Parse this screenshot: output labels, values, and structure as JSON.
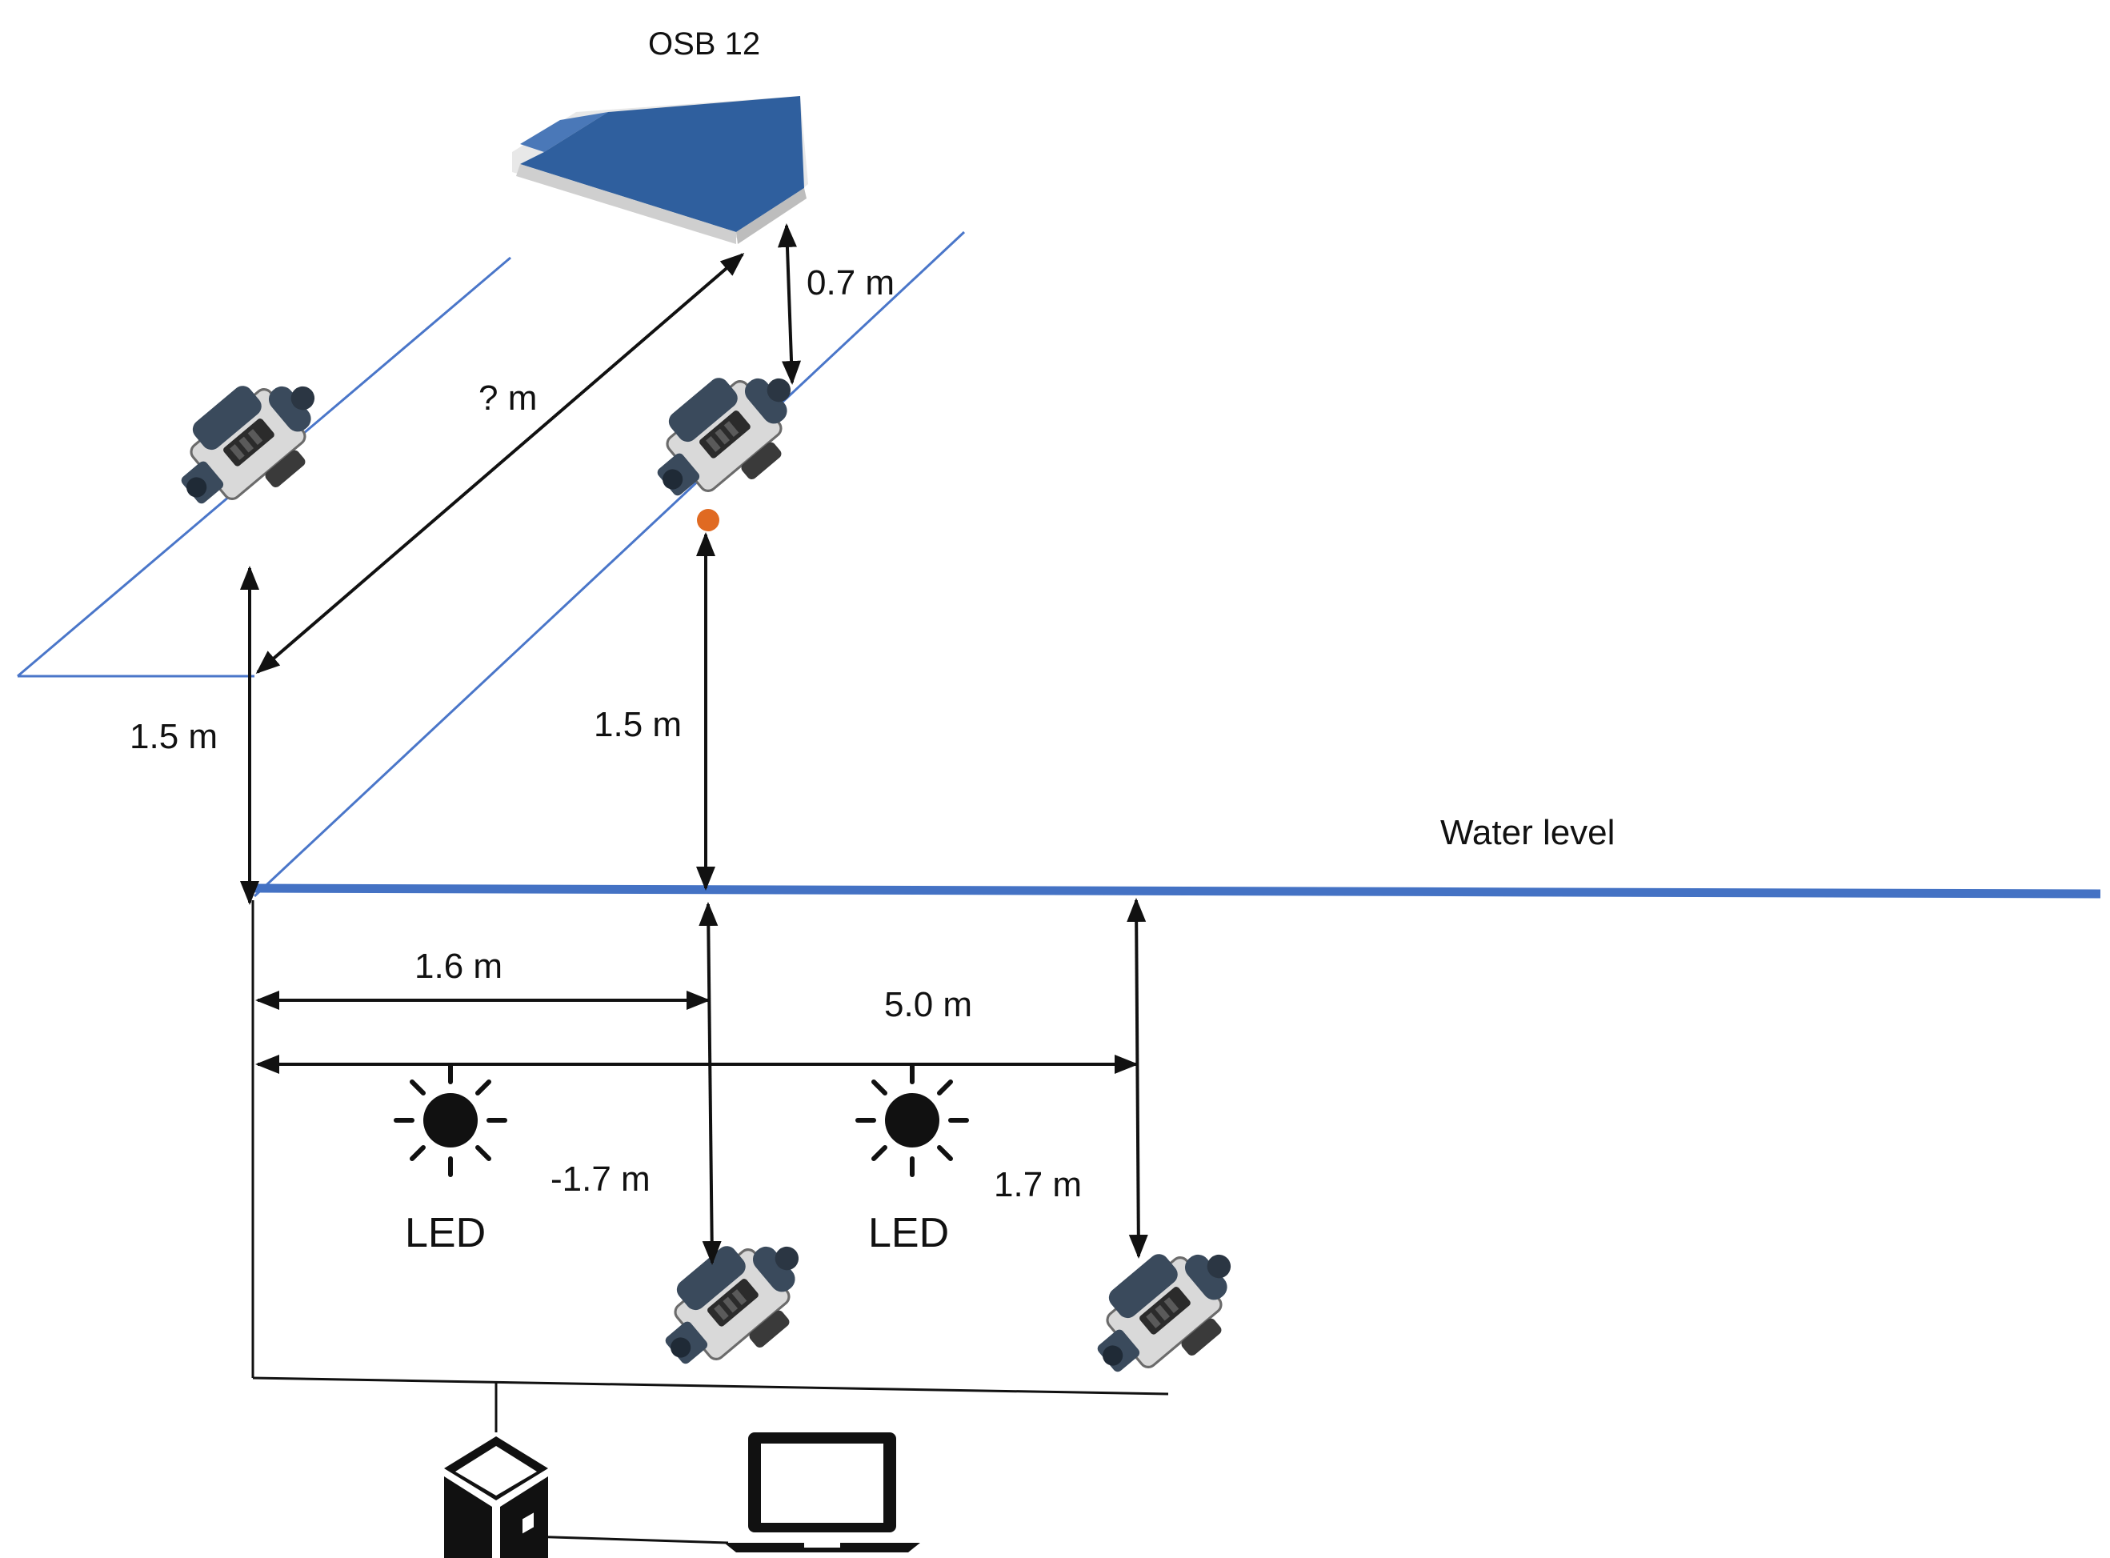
{
  "labels": {
    "osb": "OSB 12",
    "water_level": "Water level",
    "unknown_distance": "? m",
    "osb_clearance": "0.7 m",
    "left_camera_height": "1.5 m",
    "right_camera_height": "1.5 m",
    "distance_short": "1.6 m",
    "distance_long": "5.0 m",
    "depth_left": "-1.7 m",
    "depth_right": "1.7 m",
    "led_left": "LED",
    "led_right": "LED"
  },
  "colors": {
    "water_line": "#4472c4",
    "plane_lines": "#4a76c9",
    "arrows": "#111111",
    "osb_blue": "#2f5f9e",
    "camera_body": "#d9d9d9",
    "camera_dark": "#3a4a5c",
    "accent_orange": "#e06a22"
  },
  "icons": {
    "camera": "camera-icon",
    "sun": "sun-icon",
    "box": "package-box-icon",
    "laptop": "laptop-icon",
    "ramp": "osb-ramp-icon"
  }
}
